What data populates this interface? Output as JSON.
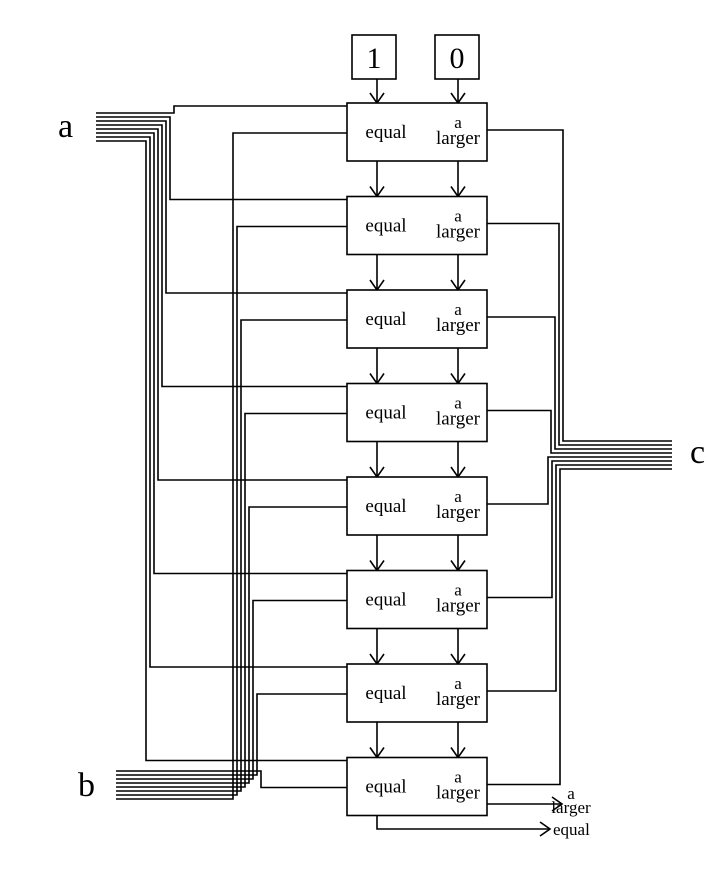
{
  "diagram": {
    "bus_labels": {
      "a": "a",
      "b": "b",
      "c": "c"
    },
    "inputs": {
      "equal_init": "1",
      "a_larger_init": "0"
    },
    "cell": {
      "equal_label": "equal",
      "larger_top": "a",
      "larger_bottom": "larger"
    },
    "cell_count": 8,
    "outputs": {
      "larger_top": "a",
      "larger_bottom": "larger",
      "equal": "equal"
    },
    "colors": {
      "line": "#000000",
      "background": "#ffffff"
    }
  }
}
